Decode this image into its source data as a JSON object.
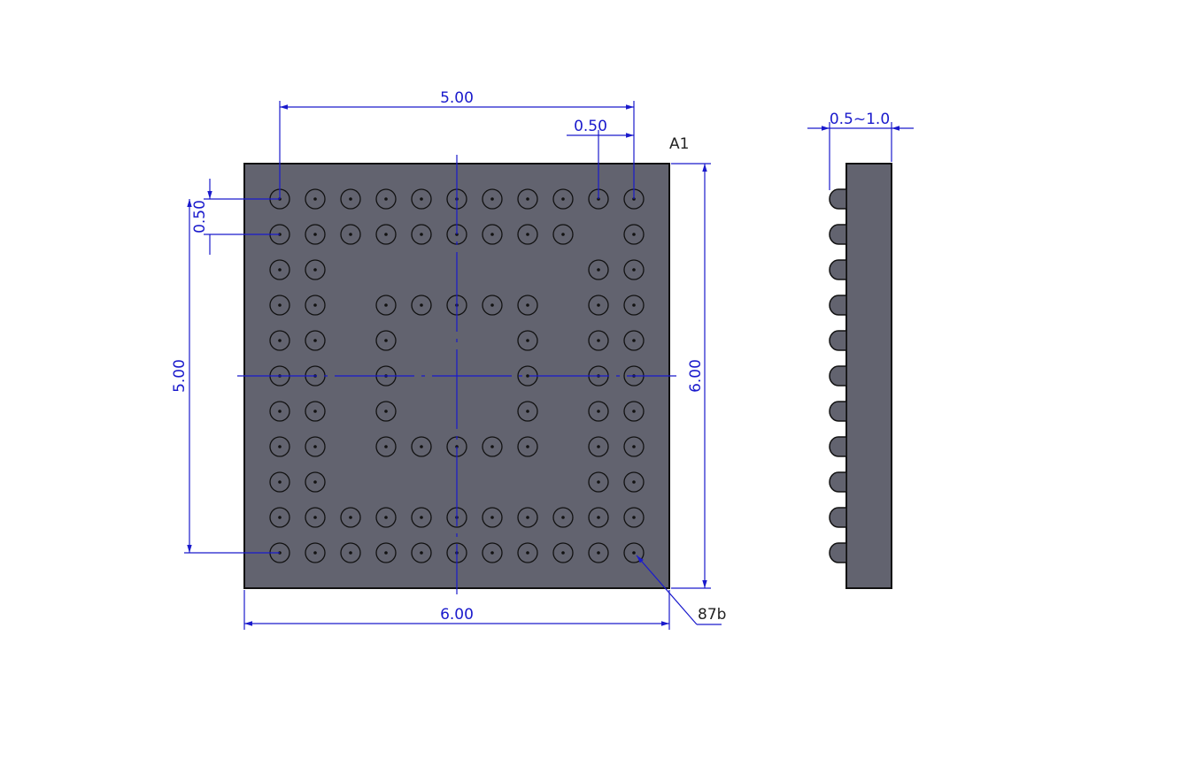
{
  "colors": {
    "body": "#62636f",
    "outline": "#111111",
    "dimension": "#1a1acc",
    "background": "#ffffff"
  },
  "top_view": {
    "grid_rows": 11,
    "grid_cols": 11,
    "ball_rows": [
      "11111111111",
      "1111111110 1",
      "11000000011",
      "11011111011",
      "11010001011",
      "11010001011",
      "11010001011",
      "11011111011",
      "11000000011",
      "11111111111",
      "11111111111"
    ],
    "corner_label": "A1",
    "ball_count_label": "87b",
    "dim_top_pitch_span": "5.00",
    "dim_top_pitch": "0.50",
    "dim_left_pitch_span": "5.00",
    "dim_left_pitch": "0.50",
    "dim_body_width": "6.00",
    "dim_body_height": "6.00"
  },
  "side_view": {
    "ball_count": 11,
    "dim_height_range": "0.5~1.0"
  }
}
